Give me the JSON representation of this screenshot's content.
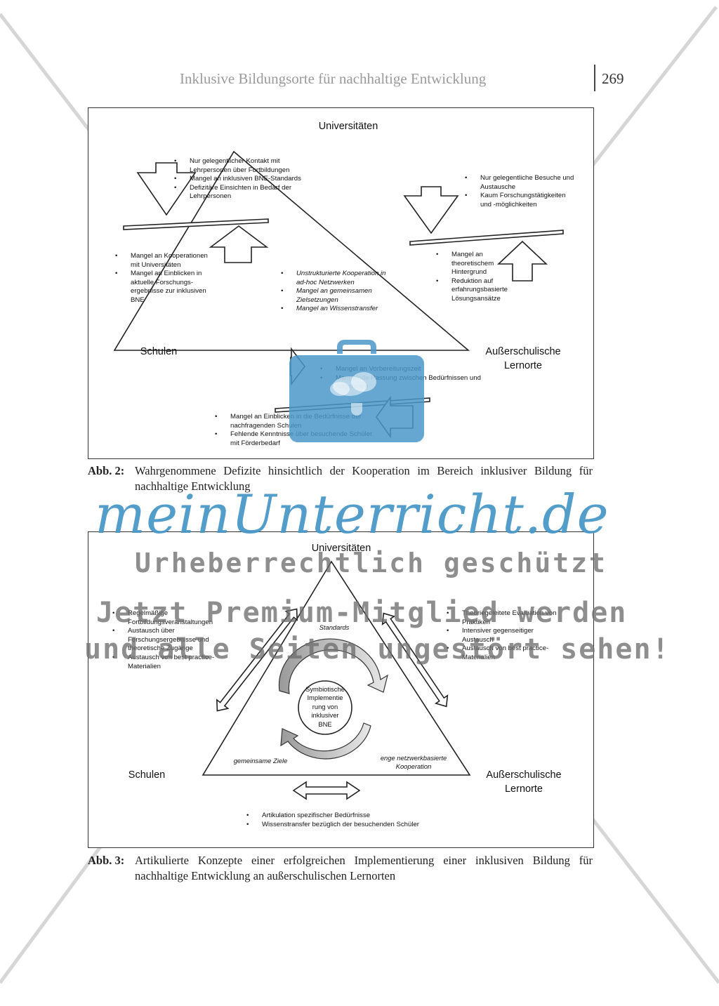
{
  "header": {
    "running_title": "Inklusive Bildungsorte für nachhaltige Entwicklung",
    "page_number": "269"
  },
  "figure2": {
    "top_label": "Universitäten",
    "left_label": "Schulen",
    "right_label_line1": "Außerschulische",
    "right_label_line2": "Lernorte",
    "top_left_bullets": [
      "Nur gelegentlicher Kontakt mit Lehrpersonen über Fortbildungen",
      "Mangel an inklusiven BNE-Standards",
      "Defizitäre Einsichten in Bedarf der Lehrpersonen"
    ],
    "top_right_bullets": [
      "Nur gelegentliche Besuche und Austausche",
      "Kaum Forschungstätigkeiten und -möglichkeiten"
    ],
    "left_bullets": [
      "Mangel an Kooperationen mit Universitäten",
      "Mangel an Einblicken in aktuelle Forschungs-ergebnisse zur inklusiven BNE"
    ],
    "right_bullets": [
      "Mangel an theoretischem Hintergrund",
      "Reduktion auf erfahrungsbasierte Lösungsansätze"
    ],
    "center_bullets": [
      "Unstrukturierte Kooperation in ad-hoc Netzwerken",
      "Mangel an gemeinsamen Zielsetzungen",
      "Mangel an Wissenstransfer"
    ],
    "bottom_right_bullets": [
      "Mangel an Vorbereitungszeit",
      "Mangelnde Passung zwischen Bedürfnissen und Angeboten"
    ],
    "bottom_bullets": [
      "Mangel an Einblicken in die Bedürfnisse der nachfragenden Schulen",
      "Fehlende Kenntnisse über besuchende Schüler mit Förderbedarf"
    ],
    "caption_label": "Abb. 2:",
    "caption_text": "Wahrgenommene Defizite hinsichtlich der Kooperation im Bereich inklusiver Bildung für nachhaltige Entwicklung"
  },
  "figure3": {
    "top_label": "Universitäten",
    "left_label": "Schulen",
    "right_label_line1": "Außerschulische",
    "right_label_line2": "Lernorte",
    "left_bullets": [
      "Regelmäßige Fortbildungsveranstaltungen",
      "Austausch über Forschungsergebnisse und theoretische Zugänge",
      "Austausch von best practice-Materialien"
    ],
    "right_bullets": [
      "Theoriegeleitete Evaluation von Praktiken",
      "Intensiver gegenseitiger Austausch",
      "Austausch von best practice-Materialien"
    ],
    "inner_top": "Standards",
    "inner_left": "gemeinsame Ziele",
    "inner_right_line1": "enge netzwerkbasierte",
    "inner_right_line2": "Kooperation",
    "circle_lines": [
      "Symbiotische",
      "Implementie",
      "rung von",
      "inklusiver",
      "BNE"
    ],
    "bottom_bullets": [
      "Artikulation spezifischer Bedürfnisse",
      "Wissenstransfer bezüglich der besuchenden Schüler"
    ],
    "caption_label": "Abb. 3:",
    "caption_text": "Artikulierte Konzepte einer erfolgreichen Implementierung einer inklusiven Bildung für nachhaltige Entwicklung an außerschulischen Lernorten"
  },
  "watermark": {
    "logo": "meinUnterricht.de",
    "line1": "Urheberrechtlich geschützt",
    "line2": "Jetzt Premium-Mitglied werden",
    "line3": "und alle Seiten ungestört sehen!"
  },
  "colors": {
    "watermark_blue": "#4a98c9",
    "watermark_gray": "#6e6e6e"
  }
}
